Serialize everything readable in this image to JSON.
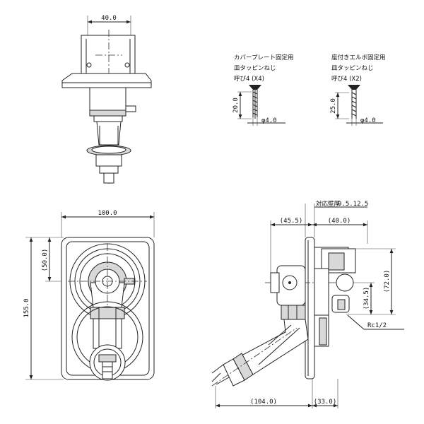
{
  "dimensions": {
    "top_width": "40.0",
    "front_width": "100.0",
    "front_height": "155.0",
    "front_upper": "(50.0)",
    "side_left": "(45.5)",
    "side_right": "(40.0)",
    "side_height": "(72.0)",
    "side_inner": "(34.5)",
    "bottom_left": "(104.0)",
    "bottom_right": "(33.0)",
    "wall_thickness": "9.5.12.5",
    "screw1_length": "20.0",
    "screw1_dia": "φ4.0",
    "screw2_length": "25.0",
    "screw2_dia": "φ4.0"
  },
  "labels": {
    "wall_note": "対応壁厚",
    "thread": "Rc1/2"
  },
  "screw_notes": [
    {
      "line1": "カバープレート固定用",
      "line2": "皿タッピンねじ",
      "line3": "呼び4 (X4)"
    },
    {
      "line1": "座付きエルボ固定用",
      "line2": "皿タッピンねじ",
      "line3": "呼び4 (X2)"
    }
  ]
}
